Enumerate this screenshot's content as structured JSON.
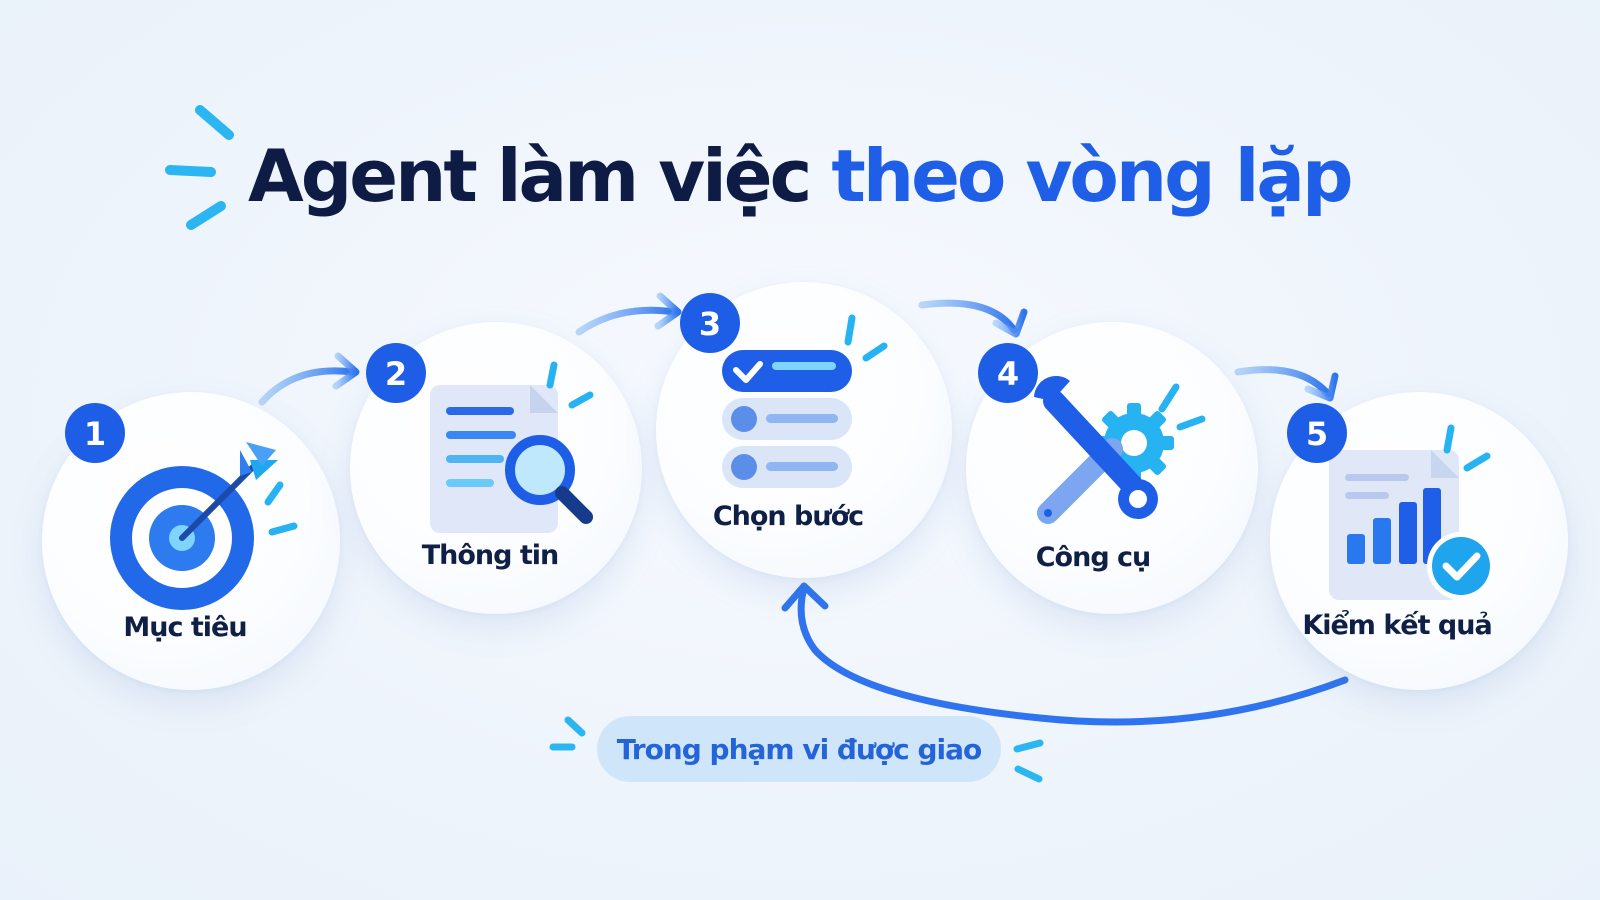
{
  "title": {
    "part1": "Agent làm việc",
    "part2": "theo vòng lặp"
  },
  "steps": [
    {
      "number": "1",
      "label": "Mục tiêu",
      "icon": "target-icon"
    },
    {
      "number": "2",
      "label": "Thông tin",
      "icon": "document-search-icon"
    },
    {
      "number": "3",
      "label": "Chọn bước",
      "icon": "checklist-icon"
    },
    {
      "number": "4",
      "label": "Công cụ",
      "icon": "wrench-gear-icon"
    },
    {
      "number": "5",
      "label": "Kiểm kết quả",
      "icon": "chart-check-icon"
    }
  ],
  "scope_label": "Trong phạm vi được giao",
  "colors": {
    "dark": "#0d1b45",
    "accent": "#1f5fe8",
    "badge": "#1e5ee6",
    "pill_bg": "#cfe6fa"
  }
}
